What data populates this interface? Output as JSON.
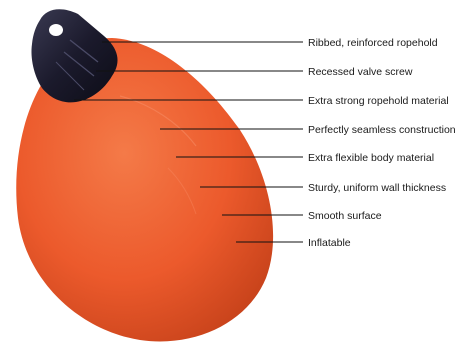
{
  "diagram": {
    "colors": {
      "buoy_body": "#ec5a2c",
      "buoy_shadow": "#c23f18",
      "buoy_highlight": "#f88a5a",
      "ropehold": "#1b1a2c",
      "leader_line": "#111111"
    },
    "features": [
      {
        "label": "Ribbed, reinforced ropehold"
      },
      {
        "label": "Recessed valve screw"
      },
      {
        "label": "Extra strong ropehold material"
      },
      {
        "label": "Perfectly seamless construction"
      },
      {
        "label": "Extra flexible body material"
      },
      {
        "label": "Sturdy, uniform wall thickness"
      },
      {
        "label": "Smooth surface"
      },
      {
        "label": "Inflatable"
      }
    ]
  }
}
